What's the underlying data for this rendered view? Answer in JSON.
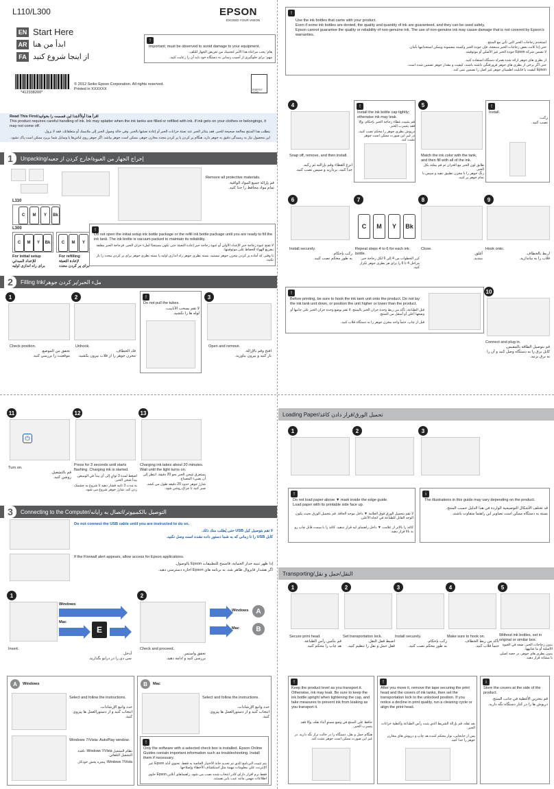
{
  "header": {
    "model": "L110/L300",
    "brand": "EPSON",
    "brand_tagline": "EXCEED YOUR VISION",
    "lang_en": "EN",
    "lang_ar": "AR",
    "lang_fa": "FA",
    "title_en": "Start Here",
    "title_ar": "ابدأ من هنا",
    "title_fa": "از اینجا شروع کنید",
    "important_en": "Important; must be observed to avoid damage to your equipment.",
    "important_ar": "هام: يجب مراعاة هذا الأمر لتجنيبك من تعريض الجهاز للتلف.",
    "important_fa": "مهم: برای جلوگیری از آسیب رسانی به دستگاه خود باید آن را رعایت کنید.",
    "barcode_num": "*412338200*",
    "copyright": "© 2012 Seiko Epson Corporation. All rights reserved.",
    "printed": "Printed in XXXXXX",
    "energy_star": "ENERGY STAR"
  },
  "read_first": {
    "title": "Read This First/اقرأ هذا أولاً/ابتدا این قسمت را بخوانید",
    "en": "This product requires careful handling of ink. Ink may splatter when the ink tanks are filled or refilled with ink. If ink gets on your clothes or belongings, it may not come off.",
    "ar": "يتطلب هذا المنتج معالجة صحيحة للحبر. فقد يتناثر الحبر عند تعبئة خزانات الحبر أو إعادة تعبئتها بالحبر. وفي حالة وصول الحبر إلى ملابسك أو متعلقاتك، فقد لا يزول.",
    "fa": "این محصول نیاز به رسیدگی دقیق به جوهر دارد. هنگام پر کردن یا پر کردن مجدد مخازن جوهر، ممکن است جوهر بپاشد. اگر جوهر روی لباس‌ها یا وسایل شما بریزد ممکن است پاک نشود."
  },
  "sec1": {
    "num": "1",
    "title": "Unpacking/إخراج الجهاز من العبوة/خارج کردن از جعبه",
    "remove_en": "Remove all protective materials.",
    "remove_ar": "قم بإزالة جميع المواد الواقية.",
    "remove_fa": "تمام مواد محافظ را جدا کنید.",
    "l110": "L110",
    "l300": "L300",
    "for_initial_en": "For initial setup",
    "for_initial_ar": "للإعداد المبدئي",
    "for_initial_fa": "برای راه اندازی اولیه",
    "for_refill_en": "For refilling",
    "for_refill_ar": "لإعادة التعبئة",
    "for_refill_fa": "برای پر کردن مجدد",
    "bottles": [
      "C",
      "M",
      "Y",
      "Bk"
    ],
    "warn_en": "Do not open the initial setup ink bottle package or the refill ink bottle package until you are ready to fill the ink tank. The ink bottle is vacuum packed to maintain its reliability.",
    "warn_ar": "لا تفتح عبوة زجاجة حبر الإعداد الأولي أو عبوة زجاجة حبر إعادة التعبئة حتى تكون مستعدًا لملء خزان الحبر. فزجاجة الحبر مغلقة بتفريغ الهواء للحفاظ على موثوقيتها.",
    "warn_fa": "تا وقتی که آماده پر کردن مخزن جوهر نیستید، بسته بطری جوهر راه اندازی اولیه یا بسته بطری جوهر برای پر کردن مجدد را باز نکنید."
  },
  "sec2": {
    "num": "2",
    "title": "Filling Ink/ملء الحبر/پر کردن جوهر",
    "s1_en": "Check position.",
    "s1_ar": "تحقق من الموضع.",
    "s1_fa": "موقعیت را بررسی کنید.",
    "s2_en": "Unhook.",
    "s2_ar": "فك الخطاف.",
    "s2_fa": "مخزن جوهر را از قلاب بیرون بکشید.",
    "no_pull_en": "Do not pull the tubes.",
    "no_pull_ar": "لا تقم بسحب الأنابيب.",
    "no_pull_fa": "لوله ها را نکشید.",
    "s3_en": "Open and remove.",
    "s3_ar": "افتح وقم بالإزالة.",
    "s3_fa": "باز کنید و بیرون بیاورید."
  },
  "right_top": {
    "bullet1": "Use the ink bottles that came with your product.",
    "bullet2": "Even if some ink bottles are dented, the quality and quantity of ink are guaranteed, and they can be used safely.",
    "bullet3": "Epson cannot guarantee the quality or reliability of non-genuine ink. The use of non-genuine ink may cause damage that is not covered by Epson's warranties.",
    "ar1": "استخدم زجاجات الحبر التي تأتي مع المنتج.",
    "ar2": "حتى إذا كانت بعض زجاجات الحبر منبعجة، فإن جودة الحبر وكميته مضمونة ويمكن استخدامها بأمان.",
    "ar3": "لا تضمن شركة Epson جودة الحبر غير الأصلي أو موثوقيته.",
    "fa1": "از بطری های جوهر ارائه شده همراه دستگاه استفاده کنید.",
    "fa2": "حتی اگر برخی از بطری های جوهر فرورفتگی داشته باشند، کیفیت و مقدار جوهر تضمین شده است.",
    "fa3": "Epson کیفیت یا قابلیت اطمینان جوهر غیر اصل را تضمین نمی کند."
  },
  "steps_r": {
    "s4_en": "Snap off, remove, and then install.",
    "s4_ar": "انزع الغطاء وقم بإزالته ثم ركبه.",
    "s4_fa": "جدا کنید، بردارید و سپس نصب کنید.",
    "tight_en": "Install the ink bottle cap tightly; otherwise ink may leak.",
    "tight_ar": "قم بتثبيت غطاء زجاجة الحبر بإحكام، وإلا فقد يتسرب الحبر.",
    "tight_fa": "درپوش بطری جوهر را محکم نصب کنید، در غیر این صورت ممکن است جوهر نشت کند.",
    "s5_en": "Match the ink color with the tank, and then fill with all of the ink.",
    "s5_ar": "طابق لون الحبر مع الخزان ثم قم بملئه بكل الحبر.",
    "s5_fa": "رنگ جوهر را با مخزن تطبیق دهید و سپس با تمام جوهر پر کنید.",
    "install_en": "Install.",
    "install_ar": "ركب.",
    "install_fa": "نصب کنید.",
    "s6_en": "Install securely.",
    "s6_ar": "ركب بإحكام.",
    "s6_fa": "به طور محکم نصب کنید.",
    "s7_en": "Repeat steps 4 to 6 for each ink bottle.",
    "s7_ar": "كرر الخطوات من 4 إلى 6 لكل زجاجة حبر.",
    "s7_fa": "مراحل 4 تا 6 را برای هر بطری جوهر تکرار کنید.",
    "s8_en": "Close.",
    "s8_ar": "أغلق.",
    "s8_fa": "ببندید.",
    "s9_en": "Hook onto.",
    "s9_ar": "اربط بالخطاف.",
    "s9_fa": "قلاب را به بیاندازید.",
    "warn_en": "Before printing, be sure to hook the ink tank unit onto the product. Do not lay the ink tank unit down, or position the unit higher or lower than the product.",
    "warn_ar": "قبل الطباعة، تأكد من ربط وحدة خزان الحبر بالمنتج. لا تقم بوضع وحدة خزان الحبر على جانبها أو وضعها أعلى أو أسفل من المنتج.",
    "warn_fa": "قبل از چاپ، حتماً واحد مخزن جوهر را به دستگاه قلاب کنید.",
    "s10_en": "Connect and plug in.",
    "s10_ar": "قم بتوصيل الطاقة بالمقبس.",
    "s10_fa": "کابل برق را به دستگاه وصل کنید و آن را به برق بزنید."
  },
  "bl": {
    "s11_en": "Turn on.",
    "s11_ar": "قم بالتشغيل.",
    "s11_fa": "روشن کنید.",
    "s12_en": "Press for 3 seconds until starts flashing. Charging ink is started.",
    "s12_ar": "اضغط لمدة 3 ثوانٍ إلى أن يبدأ في الوميض. يبدأ شحن الحبر.",
    "s12_fa": "به مدت 3 ثانیه فشار دهید تا شروع به چشمک زدن کند. شارژ جوهر شروع می شود.",
    "s13_en": "Charging ink takes about 20 minutes. Wait until the light turns on.",
    "s13_ar": "يستغرق شحن الحبر نحو 20 دقيقة. انتظر إلى أن يضيء المصباح.",
    "s13_fa": "شارژ جوهر حدود 20 دقیقه طول می کشد. صبر کنید تا چراغ روشن شود.",
    "sec3_num": "3",
    "sec3_title": "Connecting to the Computer/التوصيل بالكمبيوتر/اتصال به رایانه",
    "usb_en": "Do not connect the USB cable until you are instructed to do so.",
    "usb_ar": "لا تقم بتوصيل كبل USB حتى يُطلب منك ذلك.",
    "usb_fa": "کابل USB را تا زمانی که به شما دستور داده نشده است وصل نکنید.",
    "fw_en": "If the Firewall alert appears, allow access for Epson applications.",
    "fw_ar": "إذا ظهر تنبيه جدار الحماية، فاسمح للتطبيقات Epson بالوصول.",
    "fw_fa": "اگر هشدار فایروال ظاهر شد، به برنامه های Epson اجازه دسترسی دهید.",
    "windows": "Windows",
    "mac": "Mac",
    "badge_a": "A",
    "badge_b": "B",
    "insert_en": "Insert.",
    "insert_ar": "أدخل.",
    "insert_fa": "سی دی را در درایو بگذارید.",
    "check_en": "Check and proceed.",
    "check_ar": "تحقق واستمر.",
    "check_fa": "بررسی کنید و ادامه دهید.",
    "win_panel": "Windows",
    "mac_panel": "Mac",
    "follow_en": "Select and follow the instructions.",
    "follow_ar": "حدد واتبع الإرشادات.",
    "follow_fa": "انتخاب کنید و از دستورالعمل ها پیروی کنید.",
    "autoplay_en": "Windows 7/Vista: AutoPlay window.",
    "autoplay_ar": "نظام التشغيل Windows 7/Vista: نافذة التشغيل التلقائي.",
    "autoplay_fa": "Windows 7/Vista: پنجره پخش خودکار.",
    "online_en": "Only the software with a selected check box is installed. Epson Online Guides contain important information such as troubleshooting. Install them if necessary.",
    "online_ar": "يتم تثبيت البرنامج الذي تم تحديد خانة الاختيار الخاصة به فقط. تحتوي أدلة Epson عبر الإنترنت على معلومات مهمة مثل استكشاف الأخطاء وإصلاحها.",
    "online_fa": "فقط نرم افزار دارای کادر انتخاب شده نصب می شود. راهنماهای آنلاین Epson حاوی اطلاعات مهمی مانند عیب یابی هستند."
  },
  "br": {
    "loading_title": "Loading Paper/تحميل الورق/قرار دادن کاغذ",
    "loading_warn1": "Do not load paper above ▼ mark inside the edge guide.",
    "loading_warn2": "Load paper with its printable side face up.",
    "loading_ar": "لا تقم بتحميل الورق فوق العلامة ▼ داخل موجه الحافة. قم بتحميل الورق بحيث يكون الوجه القابل للطباعة في اتجاه الأعلى.",
    "loading_fa": "کاغذ را بالاتر از علامت ▼ داخل راهنمای لبه قرار ندهید. کاغذ را با سمت قابل چاپ رو به بالا قرار دهید.",
    "illus_en": "The illustrations in this guide may vary depending on the product.",
    "illus_ar": "قد تختلف الأشكال التوضيحية الواردة في هذا الدليل حسب المنتج.",
    "illus_fa": "بسته به دستگاه ممکن است تصاویر این راهنما متفاوت باشند.",
    "transport_title": "Transporting/النقل/حمل و نقل",
    "t1_en": "Secure print head.",
    "t1_ar": "قم بتأمين رأس الطباعة.",
    "t1_fa": "هد چاپ را محکم کنید.",
    "t2_en": "Set transportation lock.",
    "t2_ar": "اضبط قفل النقل.",
    "t2_fa": "قفل حمل و نقل را تنظیم کنید.",
    "t3_en": "Install securely.",
    "t3_ar": "ركب بإحكام.",
    "t3_fa": "به طور محکم نصب کنید.",
    "t4_en": "Make sure to hook on.",
    "t4_ar": "تأكد من ربط الخطاف.",
    "t4_fa": "حتماً قلاب کنید.",
    "t5_en": "Without ink bottles, set in original or similar box.",
    "t5_ar": "بدون زجاجات الحبر، ضعه في العبوة الأصلية أو ما شابهها.",
    "t5_fa": "بدون بطری های جوهر، در جعبه اصلی یا مشابه قرار دهید.",
    "w1_en": "Keep the product level as you transport it. Otherwise, ink may leak. Be sure to keep the ink bottle upright when tightening the cap, and take measures to prevent ink from leaking as you transport it.",
    "w1_ar": "حافظ على المنتج في وضع مستوٍ أثناء نقله، وإلا فقد يتسرب الحبر.",
    "w1_fa": "هنگام حمل و نقل، دستگاه را در حالت تراز نگه دارید. در غیر این صورت ممکن است جوهر نشت کند.",
    "w2_en": "After you move it, remove the tape securing the print head and the covers of ink tanks, then set the transportation lock to the unlocked position. If you notice a decline in print quality, run a cleaning cycle or align the print head.",
    "w2_ar": "بعد نقله، قم بإزالة الشريط الذي يثبت رأس الطباعة وأغطية خزانات الحبر.",
    "w2_fa": "پس از جابجایی، نوار محکم کننده هد چاپ و درپوش های مخازن جوهر را جدا کنید.",
    "w3_en": "Store the covers at the side of the product.",
    "w3_ar": "قم بتخزين الأغطية في جانب المنتج.",
    "w3_fa": "درپوش ها را در کنار دستگاه نگه دارید."
  }
}
